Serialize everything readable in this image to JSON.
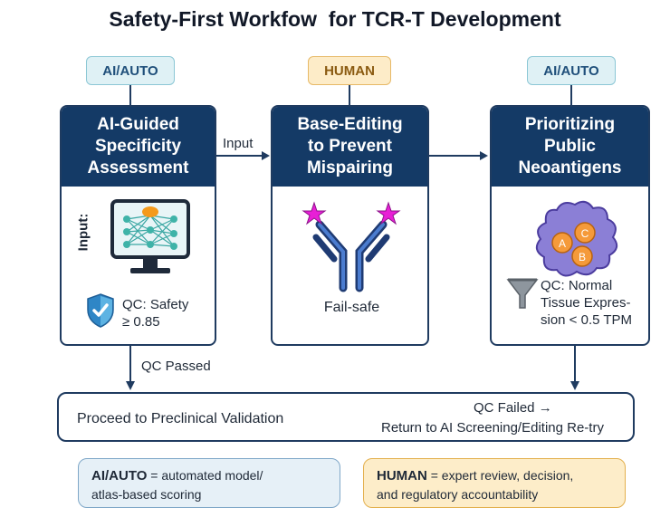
{
  "title": "Safety-First Workfow  for TCR-T Development",
  "tags": [
    "AI/AUTO",
    "HUMAN",
    "AI/AUTO"
  ],
  "cards": [
    {
      "title": [
        "AI-Guided",
        "Specificity",
        "Assessment"
      ],
      "input_label": "Input:",
      "qc": [
        "QC: Safety",
        "≥ 0.85"
      ]
    },
    {
      "title": [
        "Base-Editing",
        "to Prevent",
        "Mispairing"
      ],
      "label": "Fail-safe"
    },
    {
      "title": [
        "Prioritizing",
        "Public",
        "Neoantigens"
      ],
      "antigens": [
        "A",
        "C",
        "B"
      ],
      "qc": [
        "QC: Normal",
        "Tissue Expres-",
        "sion < 0.5 TPM"
      ]
    }
  ],
  "arrow_input_label": "Input",
  "qc_passed": "QC Passed",
  "proceed_text": "Proceed to Preclinical Validation",
  "qc_failed": "QC Failed →",
  "return_text": "Return to AI Screening/Editing Re-try",
  "legend": {
    "ai": {
      "key": "AI/AUTO",
      "text1": " = automated model/",
      "text2": "atlas-based scoring"
    },
    "human": {
      "key": "HUMAN",
      "text1": " = expert review, decision,",
      "text2": "and regulatory accountability"
    }
  },
  "colors": {
    "navy": "#143a66",
    "ai_tag": "#dff1f5",
    "human_tag": "#fdecc8",
    "star": "#e81fd6",
    "cell": "#8b7fd6",
    "antigen": "#f59a3a"
  }
}
